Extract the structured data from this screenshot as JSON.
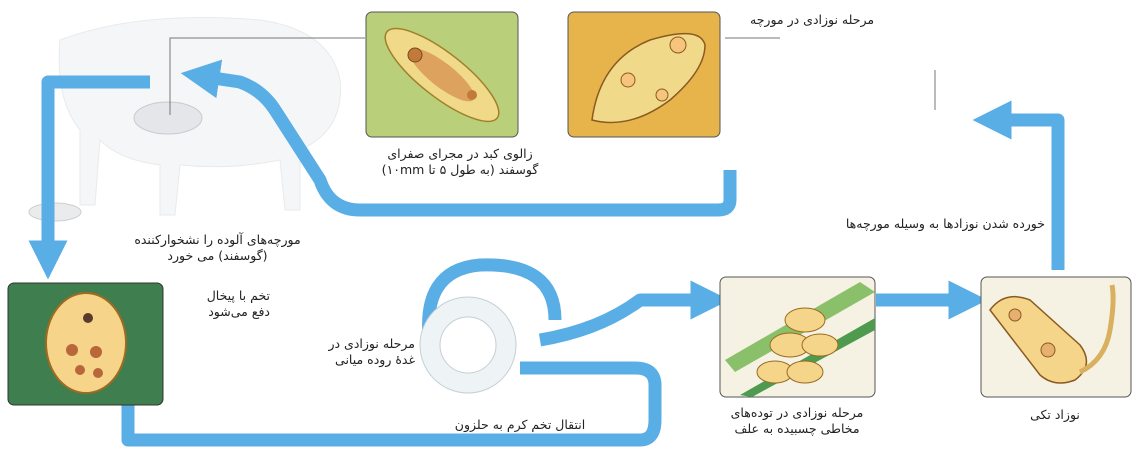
{
  "labels": {
    "top_right_stage": "مرحله نوزادی در مورچه",
    "liver_fluke": "زالوی کبد در مجرای صفرای",
    "liver_fluke_size": "گوسفند (به طول ۵ تا ۱۰mm)",
    "ants_eaten": "مورچه‌های آلوده را نشخوارکننده",
    "ants_eaten_2": "(گوسفند) می خورد",
    "egg_excreted": "تخم با پیخال",
    "egg_excreted_2": "دفع می‌شود",
    "snail_gland": "مرحله نوزادی در",
    "snail_gland_2": "غدهٔ روده میانی",
    "egg_transfer": "انتقال تخم کرم به حلزون",
    "mucus_stage": "مرحله نوزادی در توده‌های",
    "mucus_stage_2": "مخاطی چسبیده به علف",
    "single_larva": "نوزاد تکی",
    "ants_eat_larvae": "خورده شدن نوزادها به وسیله مورچه‌ها"
  },
  "colors": {
    "arrow": "#5aaee6",
    "card_green": "#b9cf7a",
    "card_orange": "#e6b44a",
    "card_darkgreen": "#3f7f4f",
    "card_grass": "#8bc06a",
    "card_cream": "#f6f2e3"
  }
}
